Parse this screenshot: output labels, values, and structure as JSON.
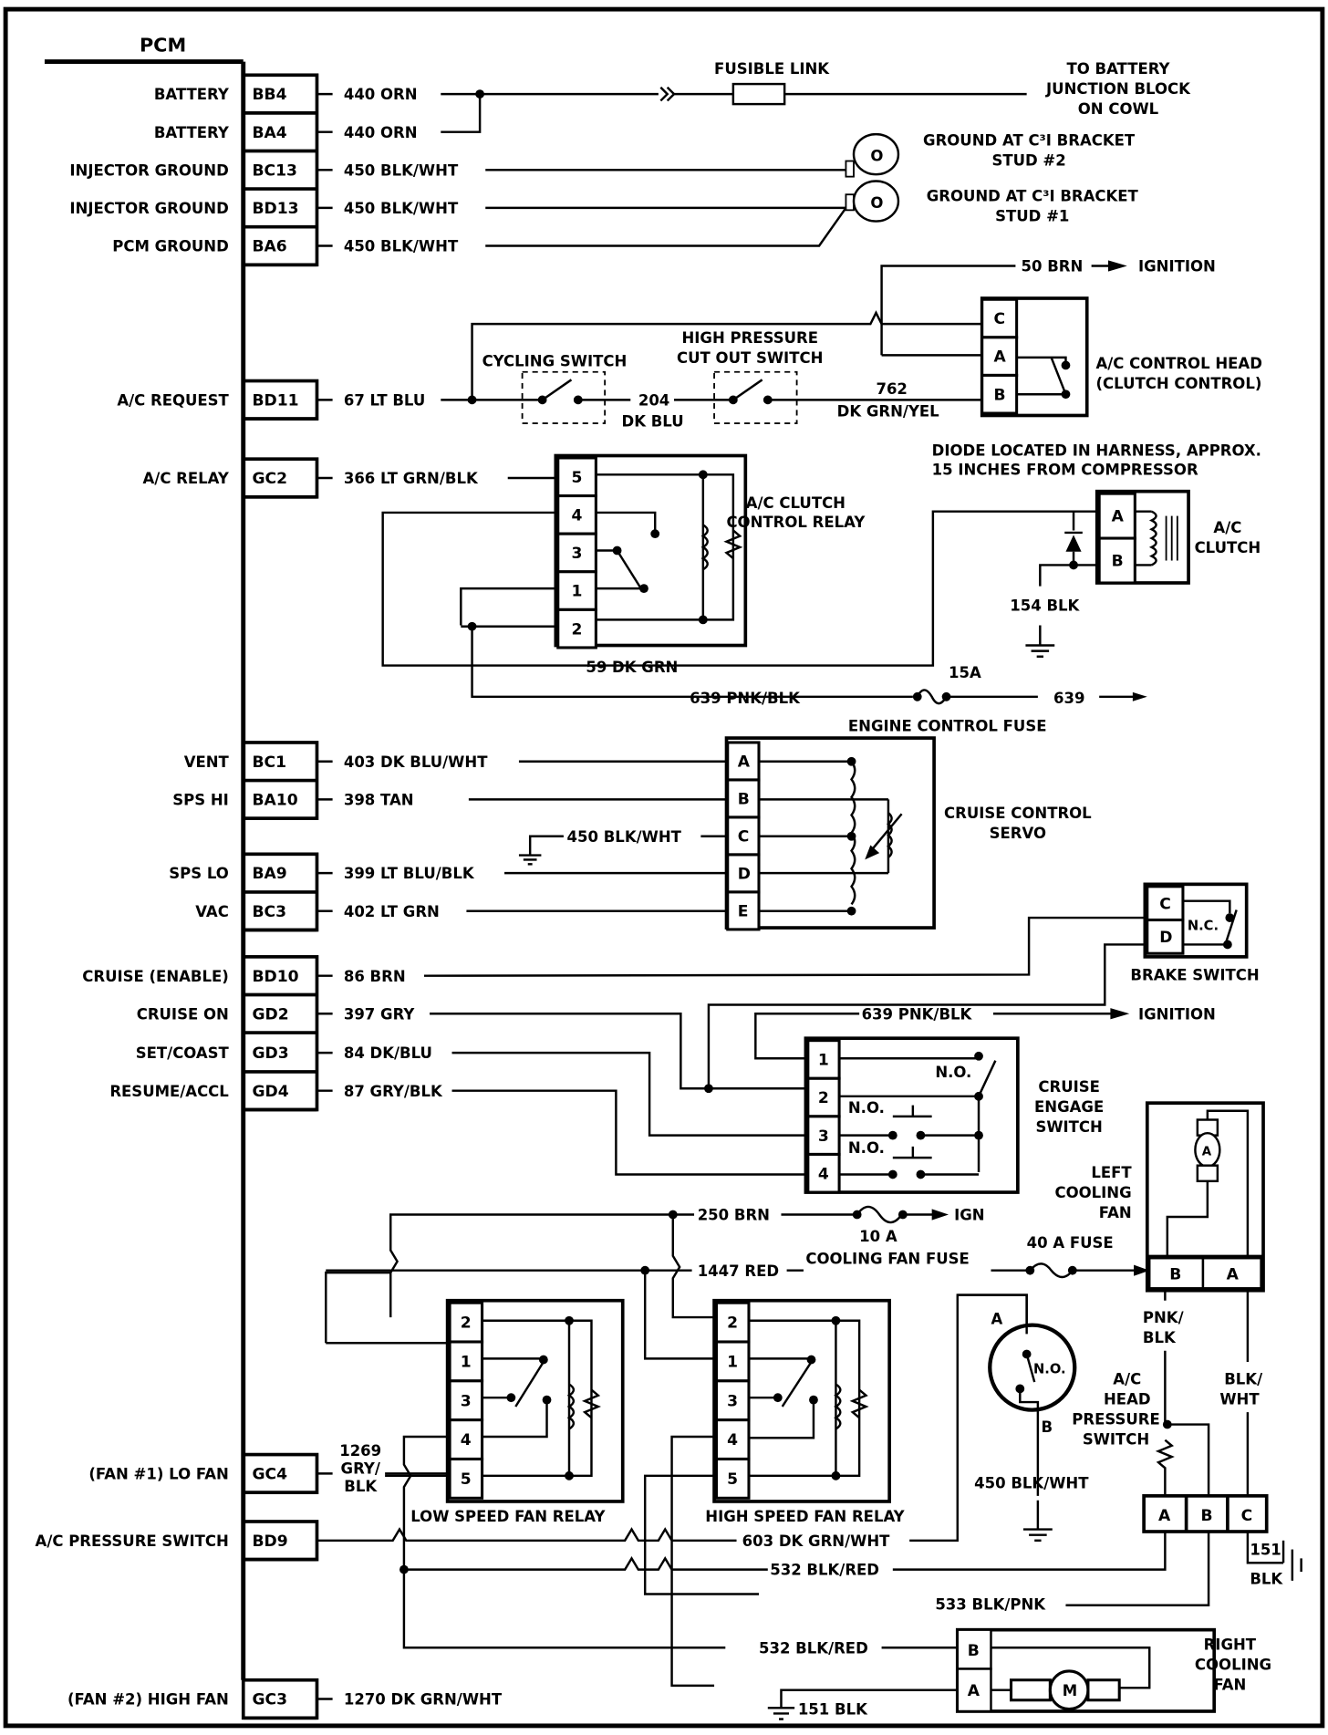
{
  "pcm": {
    "title": "PCM",
    "pins": [
      {
        "label": "BATTERY",
        "pin": "BB4",
        "wire": "440 ORN"
      },
      {
        "label": "BATTERY",
        "pin": "BA4",
        "wire": "440 ORN"
      },
      {
        "label": "INJECTOR GROUND",
        "pin": "BC13",
        "wire": "450 BLK/WHT"
      },
      {
        "label": "INJECTOR GROUND",
        "pin": "BD13",
        "wire": "450 BLK/WHT"
      },
      {
        "label": "PCM GROUND",
        "pin": "BA6",
        "wire": "450 BLK/WHT"
      },
      {
        "label": "A/C REQUEST",
        "pin": "BD11",
        "wire": "67 LT BLU"
      },
      {
        "label": "A/C RELAY",
        "pin": "GC2",
        "wire": "366 LT GRN/BLK"
      },
      {
        "label": "VENT",
        "pin": "BC1",
        "wire": "403 DK BLU/WHT"
      },
      {
        "label": "SPS  HI",
        "pin": "BA10",
        "wire": "398 TAN"
      },
      {
        "label": "SPS  LO",
        "pin": "BA9",
        "wire": "399 LT BLU/BLK"
      },
      {
        "label": "VAC",
        "pin": "BC3",
        "wire": "402 LT GRN"
      },
      {
        "label": "CRUISE (ENABLE)",
        "pin": "BD10",
        "wire": "86 BRN"
      },
      {
        "label": "CRUISE ON",
        "pin": "GD2",
        "wire": "397 GRY"
      },
      {
        "label": "SET/COAST",
        "pin": "GD3",
        "wire": "84 DK/BLU"
      },
      {
        "label": "RESUME/ACCL",
        "pin": "GD4",
        "wire": "87 GRY/BLK"
      },
      {
        "label": "(FAN #1) LO FAN",
        "pin": "GC4",
        "wire_lines": [
          "1269",
          "GRY/",
          "BLK"
        ]
      },
      {
        "label": "A/C PRESSURE SWITCH",
        "pin": "BD9"
      },
      {
        "label": "(FAN #2) HIGH FAN",
        "pin": "GC3",
        "wire": "1270 DK GRN/WHT"
      }
    ]
  },
  "battery": {
    "fusible_link": "FUSIBLE LINK",
    "destination": [
      "TO BATTERY",
      "JUNCTION BLOCK",
      "ON COWL"
    ],
    "ground2": [
      "GROUND AT C³I BRACKET",
      "STUD #2"
    ],
    "ground1": [
      "GROUND AT C³I BRACKET",
      "STUD #1"
    ],
    "stud_glyph": "O"
  },
  "ac": {
    "ignition_wire": "50 BRN",
    "ignition_label": "IGNITION",
    "cycling_switch": "CYCLING SWITCH",
    "hp_switch": [
      "HIGH PRESSURE",
      "CUT OUT SWITCH"
    ],
    "wire_204": [
      "204",
      "DK BLU"
    ],
    "wire_762": [
      "762",
      "DK GRN/YEL"
    ],
    "control_head": [
      "A/C CONTROL HEAD",
      "(CLUTCH CONTROL)"
    ],
    "control_head_pins": [
      "C",
      "A",
      "B"
    ],
    "diode_note": [
      "DIODE LOCATED IN HARNESS, APPROX.",
      "15 INCHES FROM COMPRESSOR"
    ],
    "relay_title": [
      "A/C CLUTCH",
      "CONTROL RELAY"
    ],
    "relay_pins": [
      "5",
      "4",
      "3",
      "1",
      "2"
    ],
    "clutch_title": [
      "A/C",
      "CLUTCH"
    ],
    "clutch_pins": [
      "A",
      "B"
    ],
    "wire_154": "154 BLK",
    "wire_59": "59 DK GRN",
    "wire_639": "639 PNK/BLK",
    "fuse_15a": "15A",
    "wire_639_out": "639"
  },
  "cruise": {
    "fuse_label": "ENGINE CONTROL FUSE",
    "servo_title": [
      "CRUISE CONTROL",
      "SERVO"
    ],
    "servo_pins": [
      "A",
      "B",
      "C",
      "D",
      "E"
    ],
    "servo_ground_wire": "450 BLK/WHT",
    "brake_switch": "BRAKE SWITCH",
    "brake_pins": [
      "C",
      "D"
    ],
    "brake_nc": "N.C.",
    "ignition_wire": "639 PNK/BLK",
    "ignition_label": "IGNITION",
    "engage_title": [
      "CRUISE",
      "ENGAGE",
      "SWITCH"
    ],
    "engage_pins": [
      "1",
      "2",
      "3",
      "4"
    ],
    "no_label": "N.O."
  },
  "fans": {
    "wire_250": "250 BRN",
    "fuse_10a": "10 A",
    "ign": "IGN",
    "wire_1447": "1447 RED",
    "cooling_fan_fuse": "COOLING FAN FUSE",
    "fuse_40a": "40 A FUSE",
    "left_fan": [
      "LEFT",
      "COOLING",
      "FAN"
    ],
    "left_fan_pins": [
      "B",
      "A"
    ],
    "motor_a": "A",
    "low_relay": "LOW SPEED FAN RELAY",
    "high_relay": "HIGH SPEED FAN RELAY",
    "relay_pins": [
      "2",
      "1",
      "3",
      "4",
      "5"
    ],
    "pressure_switch": [
      "A/C",
      "HEAD",
      "PRESSURE",
      "SWITCH"
    ],
    "ps_pin_a": "A",
    "ps_pin_b": "B",
    "ps_no": "N.O.",
    "ps_ground_wire": "450 BLK/WHT",
    "pnk_blk": [
      "PNK/",
      "BLK"
    ],
    "blk_wht": [
      "BLK/",
      "WHT"
    ],
    "conn_pins": [
      "A",
      "B",
      "C"
    ],
    "wire_151_box": "151",
    "wire_151_blk": "BLK",
    "wire_603": "603 DK GRN/WHT",
    "wire_532a": "532 BLK/RED",
    "wire_533": "533 BLK/PNK",
    "wire_532b": "532 BLK/RED",
    "right_fan": [
      "RIGHT",
      "COOLING",
      "FAN"
    ],
    "right_fan_pins": [
      "B",
      "A"
    ],
    "motor_m": "M",
    "wire_151": "151 BLK"
  }
}
